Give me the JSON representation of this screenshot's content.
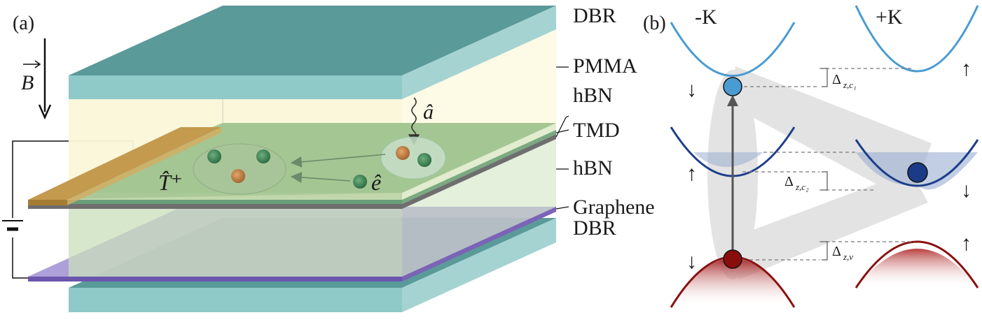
{
  "panel_a": {
    "panel_label": "(a)",
    "layers": {
      "dbr_top": "DBR",
      "pmma": "PMMA",
      "hbn_top": "hBN",
      "tmd": "TMD",
      "hbn_bottom": "hBN",
      "graphene": "Graphene",
      "dbr_bottom": "DBR"
    },
    "field_symbol": "B",
    "photon_operator": "â",
    "electron_operator": "ê",
    "trion_operator": "T̂⁺",
    "colors": {
      "dbr": "#8fc9c8",
      "dbr_dark": "#5a9a99",
      "pmma": "#fbf7d8",
      "hbn": "#c9dfba",
      "tmd": "#6e6e6e",
      "graphene": "#7b63b7",
      "gold": "#c39a4e",
      "particle_green": "#3f8a57",
      "particle_orange": "#c98a4a"
    }
  },
  "panel_b": {
    "panel_label": "(b)",
    "valley_minus": "-K",
    "valley_plus": "+K",
    "spin_up": "↑",
    "spin_down": "↓",
    "delta_symbol": "Δ",
    "delta_c1_sub": "z,c₁",
    "delta_c2_sub": "z,c₂",
    "delta_v_sub": "z,v",
    "colors": {
      "upper_band": "#4a9bd2",
      "lower_conduction": "#1d3f8a",
      "valence": "#8a1010",
      "hole_dot": "#8a0d0d",
      "electron_dot": "#4a9bd2",
      "fermi_fill": "#9aaed1"
    }
  }
}
